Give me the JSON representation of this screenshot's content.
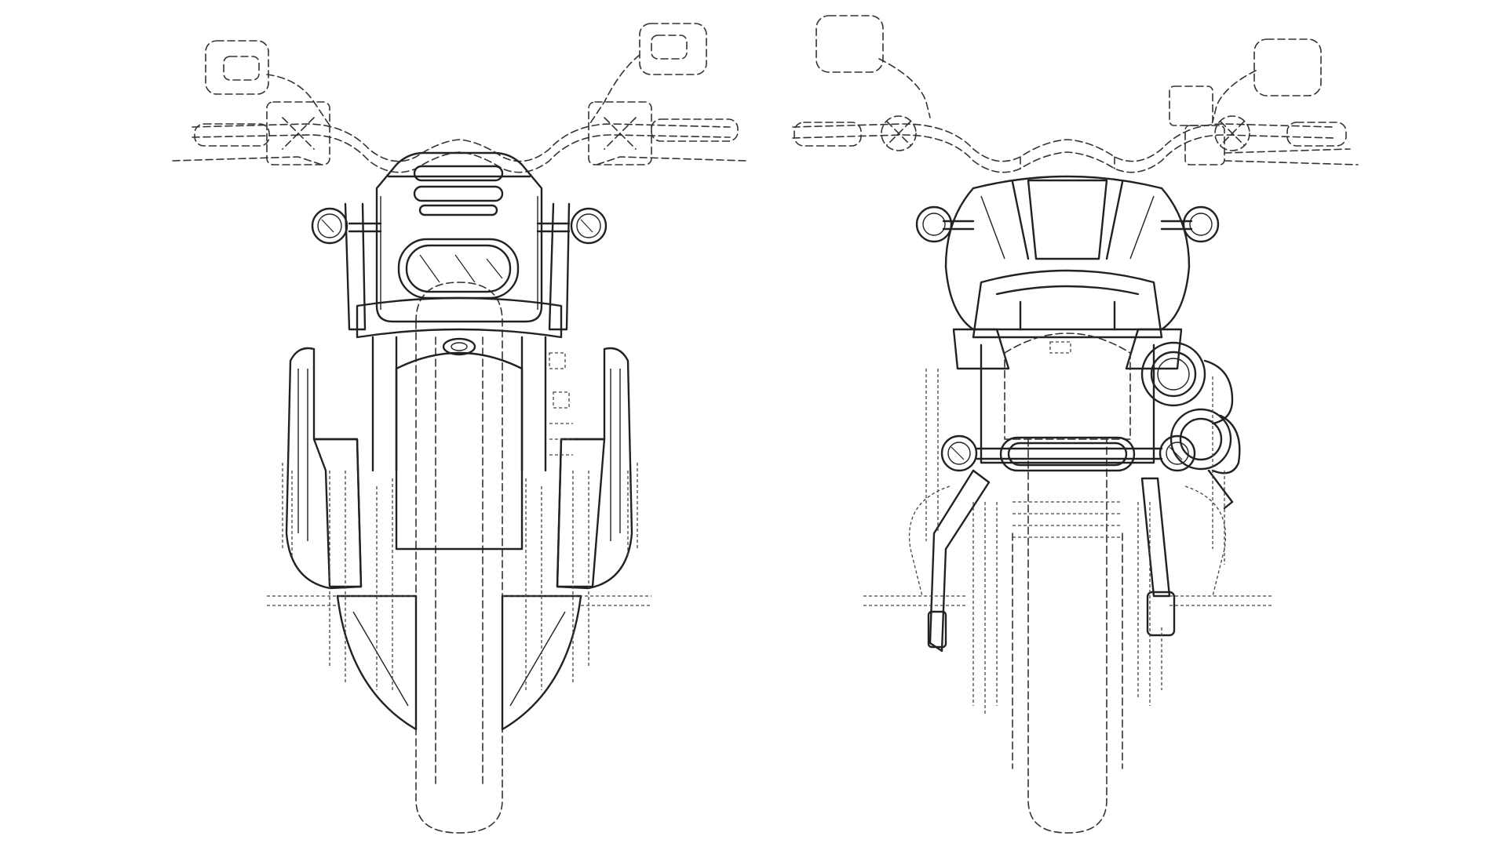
{
  "drawing": {
    "views": [
      {
        "id": "front-view"
      },
      {
        "id": "rear-view"
      }
    ],
    "line_color": "#222222",
    "background_color": "#ffffff",
    "broken_line_style": "dashed"
  }
}
